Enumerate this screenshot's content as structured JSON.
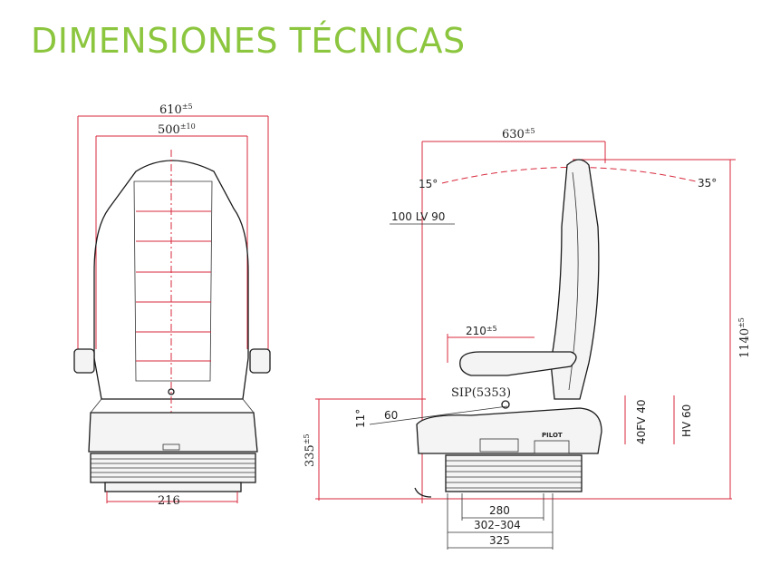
{
  "title": "DIMENSIONES TÉCNICAS",
  "colors": {
    "title": "#8cc63f",
    "dimension_lines": "#d8283c",
    "outline": "#1a1a1a"
  },
  "front_view": {
    "width_outer": "610",
    "width_outer_tol": "±5",
    "width_inner": "500",
    "width_inner_tol": "±10",
    "base_width": "216"
  },
  "side_view": {
    "depth": "630",
    "depth_tol": "±5",
    "angle_forward": "15°",
    "angle_back": "35°",
    "lumbar": "100 LV 90",
    "height": "1140",
    "height_tol": "±5",
    "armrest": "210",
    "armrest_tol": "±5",
    "sip": "SIP(5353)",
    "cushion_angle": "11°",
    "cushion_travel": "60",
    "height_left": "335",
    "height_left_tol": "±5",
    "fv": "40FV 40",
    "hv": "HV 60",
    "base_280": "280",
    "base_302": "302–304",
    "base_325": "325",
    "brand": "PILOT"
  }
}
